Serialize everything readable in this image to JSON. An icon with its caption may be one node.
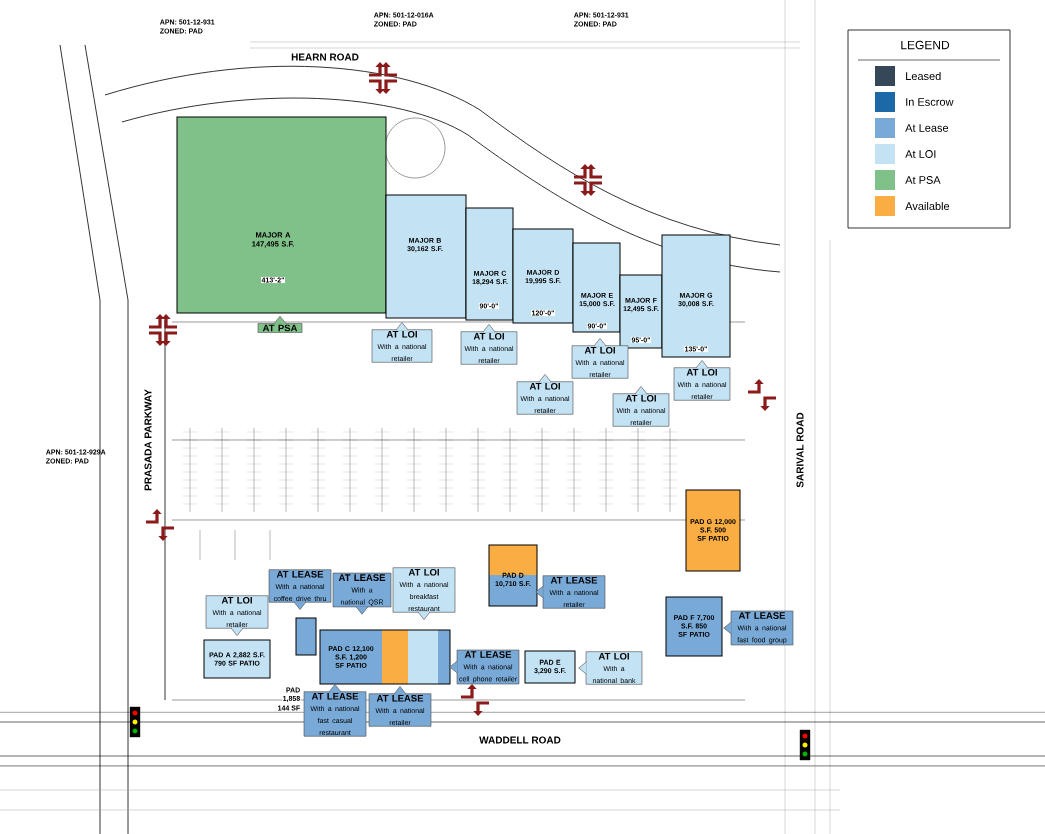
{
  "diagram": {
    "nodes": [
      {
        "text": [
          "MAJOR A 147,495 S.F."
        ]
      },
      {
        "text": [
          "MAJOR B 30,162 S.F."
        ]
      },
      {
        "text": [
          "MAJOR C 18,294 S.F."
        ]
      },
      {
        "text": [
          "MAJOR D 19,995 S.F."
        ]
      },
      {
        "text": [
          "MAJOR E 15,000 S.F."
        ]
      },
      {
        "text": [
          "MAJOR F 12,495 S.F."
        ]
      },
      {
        "text": [
          "MAJOR G 30,008 S.F."
        ]
      },
      {
        "text": [
          "PAD A 2,882 S.F. 790 SF PATIO"
        ]
      },
      {
        "text": [],
        "shape": "box"
      },
      {
        "text": [
          "PAD C 12,100 S.F. 1,200 SF PATIO"
        ]
      },
      {
        "text": [
          "PAD D 10,710 S.F."
        ]
      },
      {
        "text": [
          "PAD E 3,290 S.F."
        ]
      },
      {
        "text": [
          "PAD F 7,700 S.F. 850 SF PATIO"
        ]
      },
      {
        "text": [
          "PAD G 12,000 S.F. 500 SF PATIO"
        ]
      },
      {
        "text": [
          "AT PSA"
        ]
      },
      {
        "text": [
          "AT LOI",
          "With a national retailer"
        ]
      },
      {
        "text": [
          "AT LOI",
          "With a national retailer"
        ]
      },
      {
        "text": [
          "AT LOI",
          "With a national retailer"
        ]
      },
      {
        "text": [
          "AT LOI",
          "With a national retailer"
        ]
      },
      {
        "text": [
          "AT LOI",
          "With a national retailer"
        ]
      },
      {
        "text": [
          "AT LOI",
          "With a national retailer"
        ]
      },
      {
        "text": [
          "AT LOI",
          "With a national retailer"
        ]
      },
      {
        "text": [
          "AT LEASE",
          "With a national coffee drive thru"
        ]
      },
      {
        "text": [
          "AT LEASE",
          "With a national QSR"
        ]
      },
      {
        "text": [
          "AT LOI",
          "With a national breakfast restaurant"
        ]
      },
      {
        "text": [
          "AT LEASE",
          "With a national cell phone retailer"
        ]
      },
      {
        "text": [
          "AT LEASE",
          "With a national fast casual restaurant"
        ]
      },
      {
        "text": [
          "AT LEASE",
          "With a national retailer"
        ]
      },
      {
        "text": [
          "AT LEASE",
          "With a national retailer"
        ]
      },
      {
        "text": [
          "AT LOI",
          "With a national bank"
        ]
      },
      {
        "text": [
          "AT LEASE",
          "With a national fast food group"
        ]
      }
    ],
    "labels": [
      "APN: 501-12-931",
      "ZONED: PAD",
      "APN: 501-12-016A",
      "ZONED: PAD",
      "APN: 501-12-931",
      "ZONED: PAD",
      "HEARN ROAD",
      "LEGEND",
      "413'-2\"",
      "90'-0\"",
      "120'-0\"",
      "90'-0\"",
      "95'-0\"",
      "135'-0\"",
      "APN: 501-12-929A",
      "ZONED: PAD",
      "PRASADA PARKWAY",
      "SARIVAL ROAD",
      "PAD",
      "1,858",
      "144 SF",
      "WADDELL ROAD"
    ],
    "legend": [
      {
        "text": "Leased",
        "color": "#36475a"
      },
      {
        "text": "In Escrow",
        "color": "#1c69a8"
      },
      {
        "text": "At Lease",
        "color": "#79a9d6"
      },
      {
        "text": "At LOI",
        "color": "#c3e3f5"
      },
      {
        "text": "At PSA",
        "color": "#80c18a"
      },
      {
        "text": "Available",
        "color": "#f9ad43"
      }
    ]
  }
}
